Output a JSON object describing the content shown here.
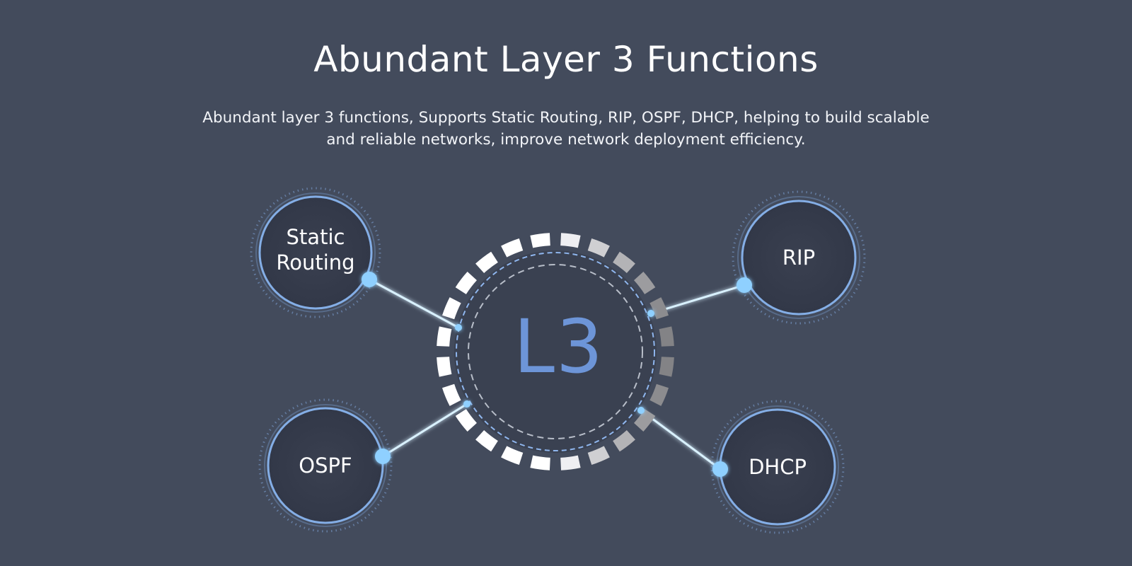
{
  "header": {
    "title": "Abundant Layer 3 Functions",
    "description_line1": "Abundant layer 3 functions, Supports Static Routing, RIP, OSPF, DHCP, helping to build scalable",
    "description_line2": "and reliable networks, improve network deployment efficiency."
  },
  "hub": {
    "label": "L3"
  },
  "nodes": [
    {
      "id": "static-routing",
      "label": "Static\nRouting"
    },
    {
      "id": "rip",
      "label": "RIP"
    },
    {
      "id": "ospf",
      "label": "OSPF"
    },
    {
      "id": "dhcp",
      "label": "DHCP"
    }
  ],
  "colors": {
    "background": "#434b5c",
    "node_fill": "#363c4b",
    "node_ring": "#7fa6db",
    "glow_dot": "#8fd0ff",
    "hub_text": "#6d95d8",
    "connector": "#d9f1ff"
  }
}
